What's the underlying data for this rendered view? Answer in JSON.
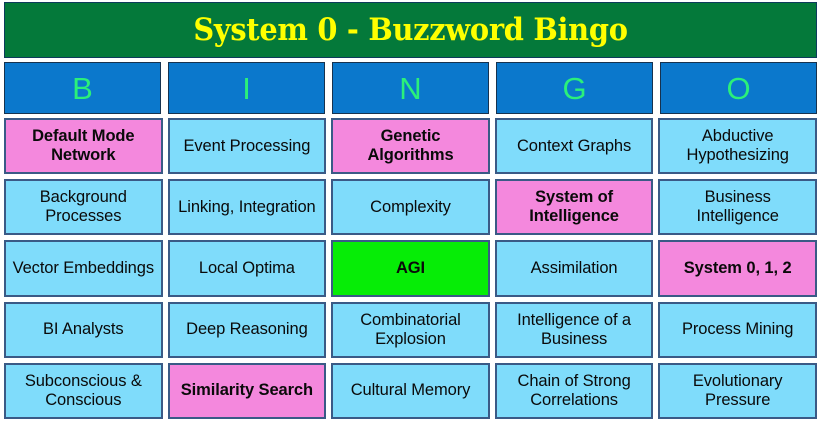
{
  "card": {
    "title": "System 0 - Buzzword Bingo",
    "title_bg_color": "#04793a",
    "title_text_color": "#ffff00",
    "header_bg_color": "#0b78cc",
    "header_text_color": "#2bf07a",
    "cell_bg_color": "#7fdcfb",
    "marked_cell_color": "#f488dd",
    "free_cell_color": "#06ed06",
    "cell_border_color": "#3a5a86",
    "columns": [
      {
        "letter": "B"
      },
      {
        "letter": "I"
      },
      {
        "letter": "N"
      },
      {
        "letter": "G"
      },
      {
        "letter": "O"
      }
    ],
    "rows": [
      [
        {
          "text": "Default Mode Network",
          "state": "marked"
        },
        {
          "text": "Event Processing",
          "state": "normal"
        },
        {
          "text": "Genetic Algorithms",
          "state": "marked"
        },
        {
          "text": "Context Graphs",
          "state": "normal"
        },
        {
          "text": "Abductive Hypothesizing",
          "state": "normal"
        }
      ],
      [
        {
          "text": "Background Processes",
          "state": "normal"
        },
        {
          "text": "Linking, Integration",
          "state": "normal"
        },
        {
          "text": "Complexity",
          "state": "normal"
        },
        {
          "text": "System of Intelligence",
          "state": "marked"
        },
        {
          "text": "Business Intelligence",
          "state": "normal"
        }
      ],
      [
        {
          "text": "Vector Embeddings",
          "state": "normal"
        },
        {
          "text": "Local Optima",
          "state": "normal"
        },
        {
          "text": "AGI",
          "state": "free"
        },
        {
          "text": "Assimilation",
          "state": "normal"
        },
        {
          "text": "System 0, 1, 2",
          "state": "marked"
        }
      ],
      [
        {
          "text": "BI Analysts",
          "state": "normal"
        },
        {
          "text": "Deep Reasoning",
          "state": "normal"
        },
        {
          "text": "Combinatorial Explosion",
          "state": "normal"
        },
        {
          "text": "Intelligence of a Business",
          "state": "normal"
        },
        {
          "text": "Process Mining",
          "state": "normal"
        }
      ],
      [
        {
          "text": "Subconscious & Conscious",
          "state": "normal"
        },
        {
          "text": "Similarity Search",
          "state": "marked"
        },
        {
          "text": "Cultural Memory",
          "state": "normal"
        },
        {
          "text": "Chain of Strong Correlations",
          "state": "normal"
        },
        {
          "text": "Evolutionary Pressure",
          "state": "normal"
        }
      ]
    ]
  }
}
